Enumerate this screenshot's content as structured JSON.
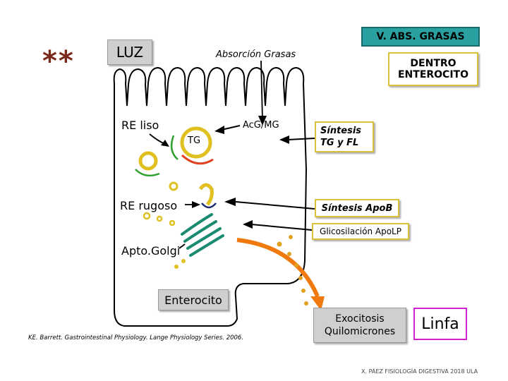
{
  "stars": "**",
  "luz": "LUZ",
  "absorcion": "Absorción Grasas",
  "title_box": "V. ABS. GRASAS",
  "dentro": "DENTRO ENTEROCITO",
  "re_liso": "RE liso",
  "tg": "TG",
  "acg_mg": "AcG/MG",
  "sintesis_tg": "Síntesis TG y FL",
  "re_rugoso": "RE rugoso",
  "sintesis_apob": "Síntesis ApoB",
  "glicosilacion": "Glicosilación ApoLP",
  "apto_golgi": "Apto.Golgi",
  "enterocito": "Enterocito",
  "citation": "KE. Barrett. Gastrointestinal Physiology. Lange Physiology Series. 2006.",
  "exocitosis": "Exocitosis Quilomicrones",
  "linfa": "Linfa",
  "footer": "X. PÁEZ FISIOLOGÍA DIGESTIVA 2018 ULA",
  "colors": {
    "stars": "#7a2a1a",
    "title_bg": "#2aa0a0",
    "arrow": "#f07a10",
    "droplet": "#e0c020",
    "er_green": "#1a8a70"
  }
}
